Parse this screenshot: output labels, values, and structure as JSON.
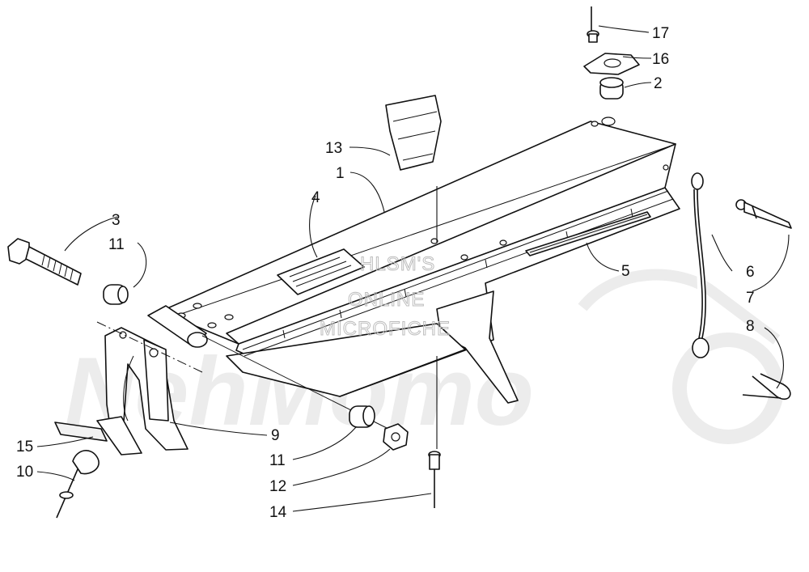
{
  "watermark": {
    "line1": "HLSM'S",
    "line2": "ONLINE",
    "line3": "MICROFICHE",
    "logo": "NehMomo"
  },
  "callouts": [
    {
      "id": "17",
      "label": "17"
    },
    {
      "id": "16",
      "label": "16"
    },
    {
      "id": "2",
      "label": "2"
    },
    {
      "id": "13",
      "label": "13"
    },
    {
      "id": "1",
      "label": "1"
    },
    {
      "id": "4",
      "label": "4"
    },
    {
      "id": "3",
      "label": "3"
    },
    {
      "id": "11a",
      "label": "11"
    },
    {
      "id": "5",
      "label": "5"
    },
    {
      "id": "6",
      "label": "6"
    },
    {
      "id": "7",
      "label": "7"
    },
    {
      "id": "8",
      "label": "8"
    },
    {
      "id": "9",
      "label": "9"
    },
    {
      "id": "15",
      "label": "15"
    },
    {
      "id": "10",
      "label": "10"
    },
    {
      "id": "11b",
      "label": "11"
    },
    {
      "id": "12",
      "label": "12"
    },
    {
      "id": "14",
      "label": "14"
    }
  ],
  "colors": {
    "ink": "#111111",
    "watermark": "#d9d9d9"
  }
}
